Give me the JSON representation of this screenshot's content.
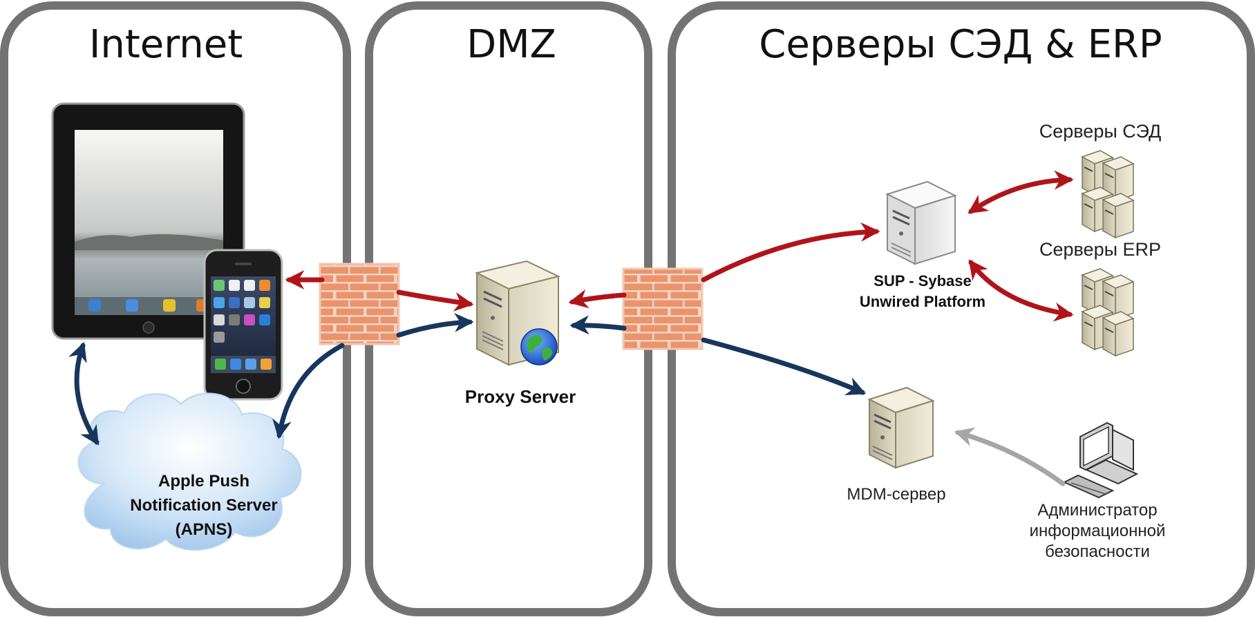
{
  "zones": {
    "internet": {
      "title": "Internet"
    },
    "dmz": {
      "title": "DMZ"
    },
    "servers": {
      "title": "Серверы СЭД & ERP"
    }
  },
  "nodes": {
    "apns": {
      "line1": "Apple Push",
      "line2": "Notification Server",
      "line3": "(APNS)"
    },
    "proxy": {
      "label": "Proxy Server"
    },
    "sup": {
      "line1": "SUP - Sybase",
      "line2": "Unwired Platform"
    },
    "sed": {
      "label": "Серверы СЭД"
    },
    "erp": {
      "label": "Серверы ERP"
    },
    "mdm": {
      "label": "MDM-сервер"
    },
    "admin": {
      "line1": "Администратор",
      "line2": "информационной",
      "line3": "безопасности"
    }
  },
  "colors": {
    "zone_border": "#737373",
    "red_arrow": "#b0141b",
    "blue_arrow": "#17365d",
    "gray_arrow": "#a6a6a6",
    "brick": "#e8936b",
    "cloud": "#c5dff5"
  },
  "icons": [
    "tablet-icon",
    "smartphone-icon",
    "firewall-icon",
    "server-icon",
    "globe-icon",
    "server-rack-icon",
    "workstation-icon",
    "cloud-icon"
  ]
}
